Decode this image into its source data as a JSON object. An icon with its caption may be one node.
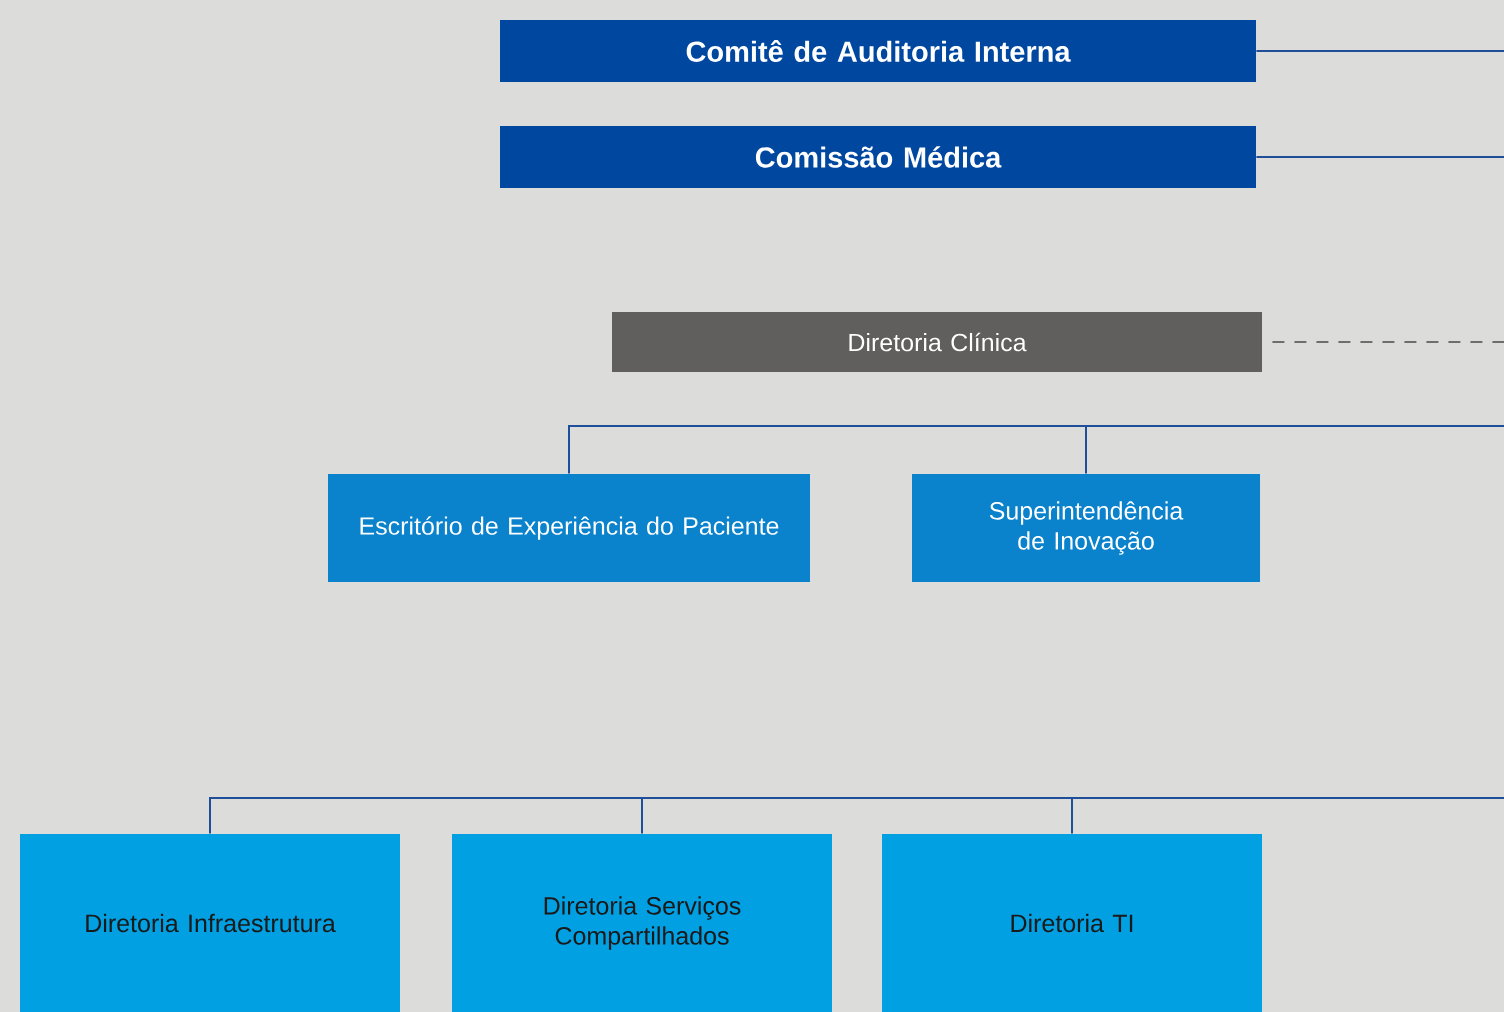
{
  "diagram": {
    "nodes": [
      {
        "text": [
          "Comitê de Auditoria Interna"
        ]
      },
      {
        "text": [
          "Comissão Médica"
        ]
      },
      {
        "text": [
          "Diretoria Clínica"
        ]
      },
      {
        "text": [
          "Escritório de Experiência do Paciente"
        ]
      },
      {
        "text": [
          "Superintendência de Inovação"
        ]
      },
      {
        "text": [
          "Diretoria Infraestrutura"
        ]
      },
      {
        "text": [
          "Diretoria Serviços Compartilhados"
        ]
      },
      {
        "text": [
          "Diretoria TI"
        ]
      }
    ],
    "edges": [
      {
        "from": 0,
        "to": null,
        "arrow": "none"
      },
      {
        "from": 1,
        "to": null,
        "arrow": "none"
      },
      {
        "from": 2,
        "to": null,
        "arrow": "none",
        "style": "dashed",
        "color": "#6e6e6e"
      },
      {
        "from": null,
        "to": 3,
        "arrow": "none"
      },
      {
        "from": null,
        "to": 4,
        "arrow": "none"
      },
      {
        "from": null,
        "to": 5,
        "arrow": "none"
      },
      {
        "from": null,
        "to": 6,
        "arrow": "none"
      },
      {
        "from": null,
        "to": 7,
        "arrow": "none"
      }
    ]
  }
}
